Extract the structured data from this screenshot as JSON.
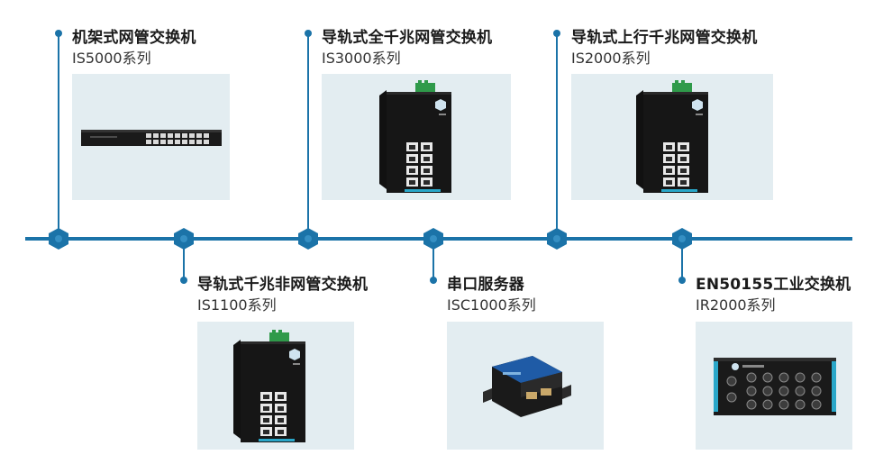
{
  "colors": {
    "accent": "#1b73a8",
    "card_bg": "#e3edf1",
    "port_green": "#2f9a4a",
    "device_blue": "#1f5ba6"
  },
  "products": [
    {
      "title": "机架式网管交换机",
      "series": "IS5000系列",
      "image_icon": "rack-switch-image"
    },
    {
      "title": "导轨式全千兆网管交换机",
      "series": "IS3000系列",
      "image_icon": "din-rail-switch-image"
    },
    {
      "title": "导轨式上行千兆网管交换机",
      "series": "IS2000系列",
      "image_icon": "din-rail-switch-image"
    },
    {
      "title": "导轨式千兆非网管交换机",
      "series": "IS1100系列",
      "image_icon": "din-rail-switch-image"
    },
    {
      "title": "串口服务器",
      "series": "ISC1000系列",
      "image_icon": "serial-server-image"
    },
    {
      "title": "EN50155工业交换机",
      "series": "IR2000系列",
      "image_icon": "m12-switch-image"
    }
  ]
}
